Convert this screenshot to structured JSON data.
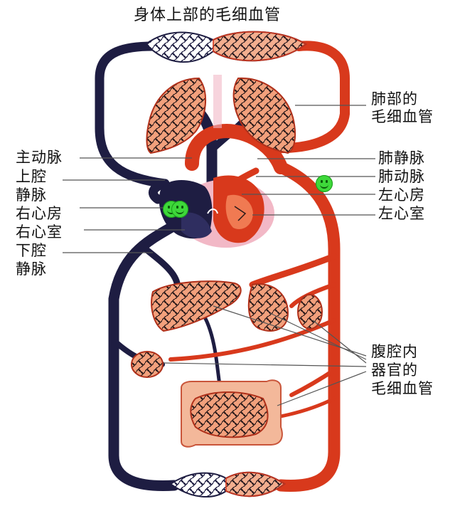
{
  "labels": {
    "top_capillaries": "身体上部的毛细血管",
    "lung_capillaries_1": "肺部的",
    "lung_capillaries_2": "毛细血管",
    "aorta": "主动脉",
    "superior_vena_cava_1": "上腔",
    "superior_vena_cava_2": "静脉",
    "right_atrium": "右心房",
    "right_ventricle": "右心室",
    "inferior_vena_cava_1": "下腔",
    "inferior_vena_cava_2": "静脉",
    "pulmonary_vein": "肺静脉",
    "pulmonary_artery": "肺动脉",
    "left_atrium": "左心房",
    "left_ventricle": "左心室",
    "abdominal_capillaries_1": "腹腔内",
    "abdominal_capillaries_2": "器官的",
    "abdominal_capillaries_3": "毛细血管"
  },
  "colors": {
    "arterial": "#d8391c",
    "arterial_light": "#f07a52",
    "venous": "#1e1d42",
    "capillary_net": "#2a1a1a",
    "pericardium": "#f2b8c6",
    "marker": "#3ed83a"
  },
  "markers": [
    "green-smiley-icon",
    "green-smiley-icon"
  ]
}
